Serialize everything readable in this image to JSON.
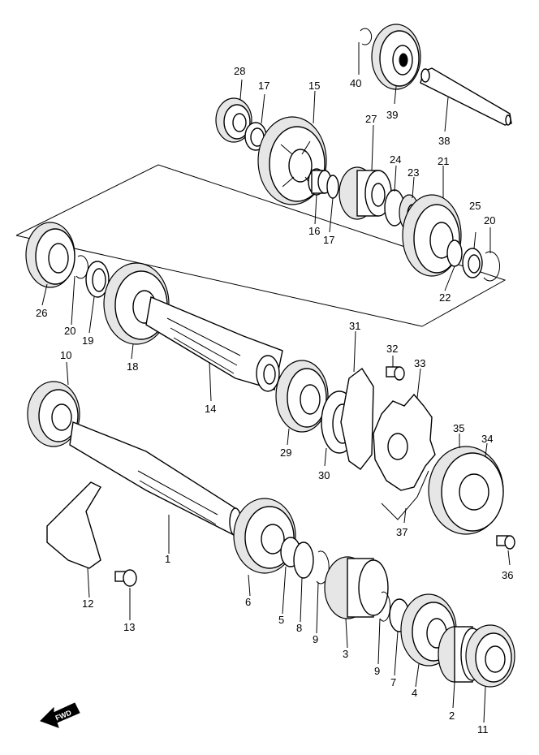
{
  "fwd_label": "FWD",
  "callouts": [
    {
      "label": "1"
    },
    {
      "label": "2"
    },
    {
      "label": "3"
    },
    {
      "label": "4"
    },
    {
      "label": "5"
    },
    {
      "label": "6"
    },
    {
      "label": "7"
    },
    {
      "label": "8"
    },
    {
      "label": "9"
    },
    {
      "label": "9"
    },
    {
      "label": "10"
    },
    {
      "label": "11"
    },
    {
      "label": "12"
    },
    {
      "label": "13"
    },
    {
      "label": "14"
    },
    {
      "label": "15"
    },
    {
      "label": "16"
    },
    {
      "label": "17"
    },
    {
      "label": "17"
    },
    {
      "label": "18"
    },
    {
      "label": "19"
    },
    {
      "label": "20"
    },
    {
      "label": "20"
    },
    {
      "label": "21"
    },
    {
      "label": "22"
    },
    {
      "label": "23"
    },
    {
      "label": "24"
    },
    {
      "label": "25"
    },
    {
      "label": "26"
    },
    {
      "label": "27"
    },
    {
      "label": "28"
    },
    {
      "label": "29"
    },
    {
      "label": "30"
    },
    {
      "label": "31"
    },
    {
      "label": "32"
    },
    {
      "label": "33"
    },
    {
      "label": "34"
    },
    {
      "label": "35"
    },
    {
      "label": "36"
    },
    {
      "label": "37"
    },
    {
      "label": "38"
    },
    {
      "label": "39"
    },
    {
      "label": "40"
    }
  ]
}
